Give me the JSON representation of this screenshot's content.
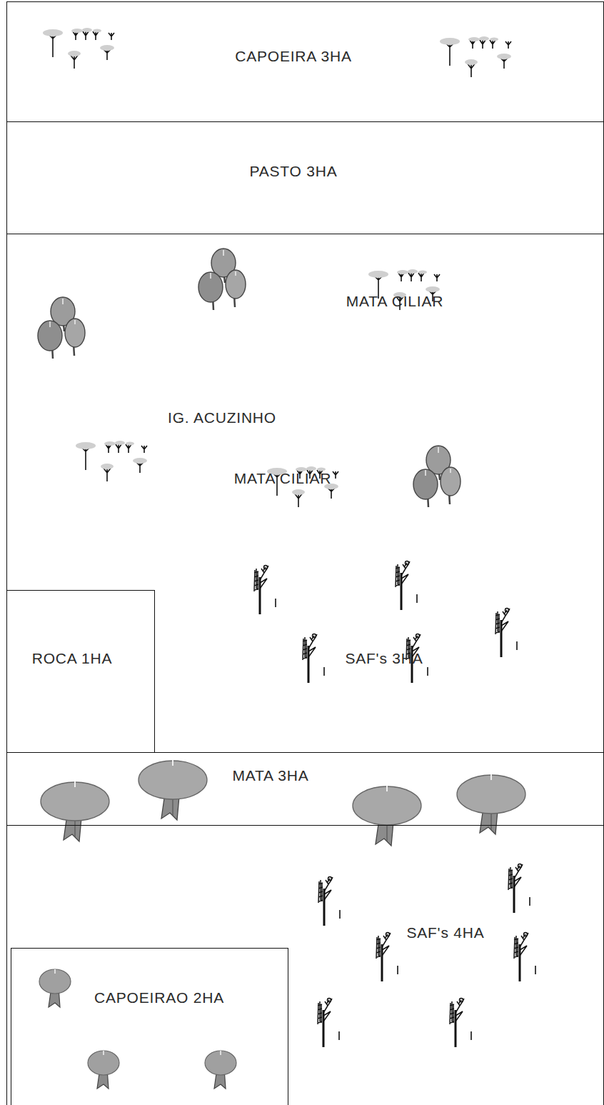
{
  "diagram": {
    "nodes": [
      {
        "text": [
          "CAPOEIRA 3HA"
        ]
      },
      {
        "text": [
          "PASTO 3HA"
        ]
      },
      {
        "text": [
          "MATA CILIAR",
          "IG. ACUZINHO",
          "MATA CILIAR",
          "SAF's 3HA"
        ]
      },
      {
        "text": [
          "ROCA 1HA"
        ],
        "in": 2
      },
      {
        "text": [
          "MATA 3HA"
        ]
      },
      {
        "text": [
          "SAF's 4HA"
        ]
      },
      {
        "text": [
          "CAPOEIRAO 2HA"
        ],
        "in": 5
      }
    ]
  }
}
